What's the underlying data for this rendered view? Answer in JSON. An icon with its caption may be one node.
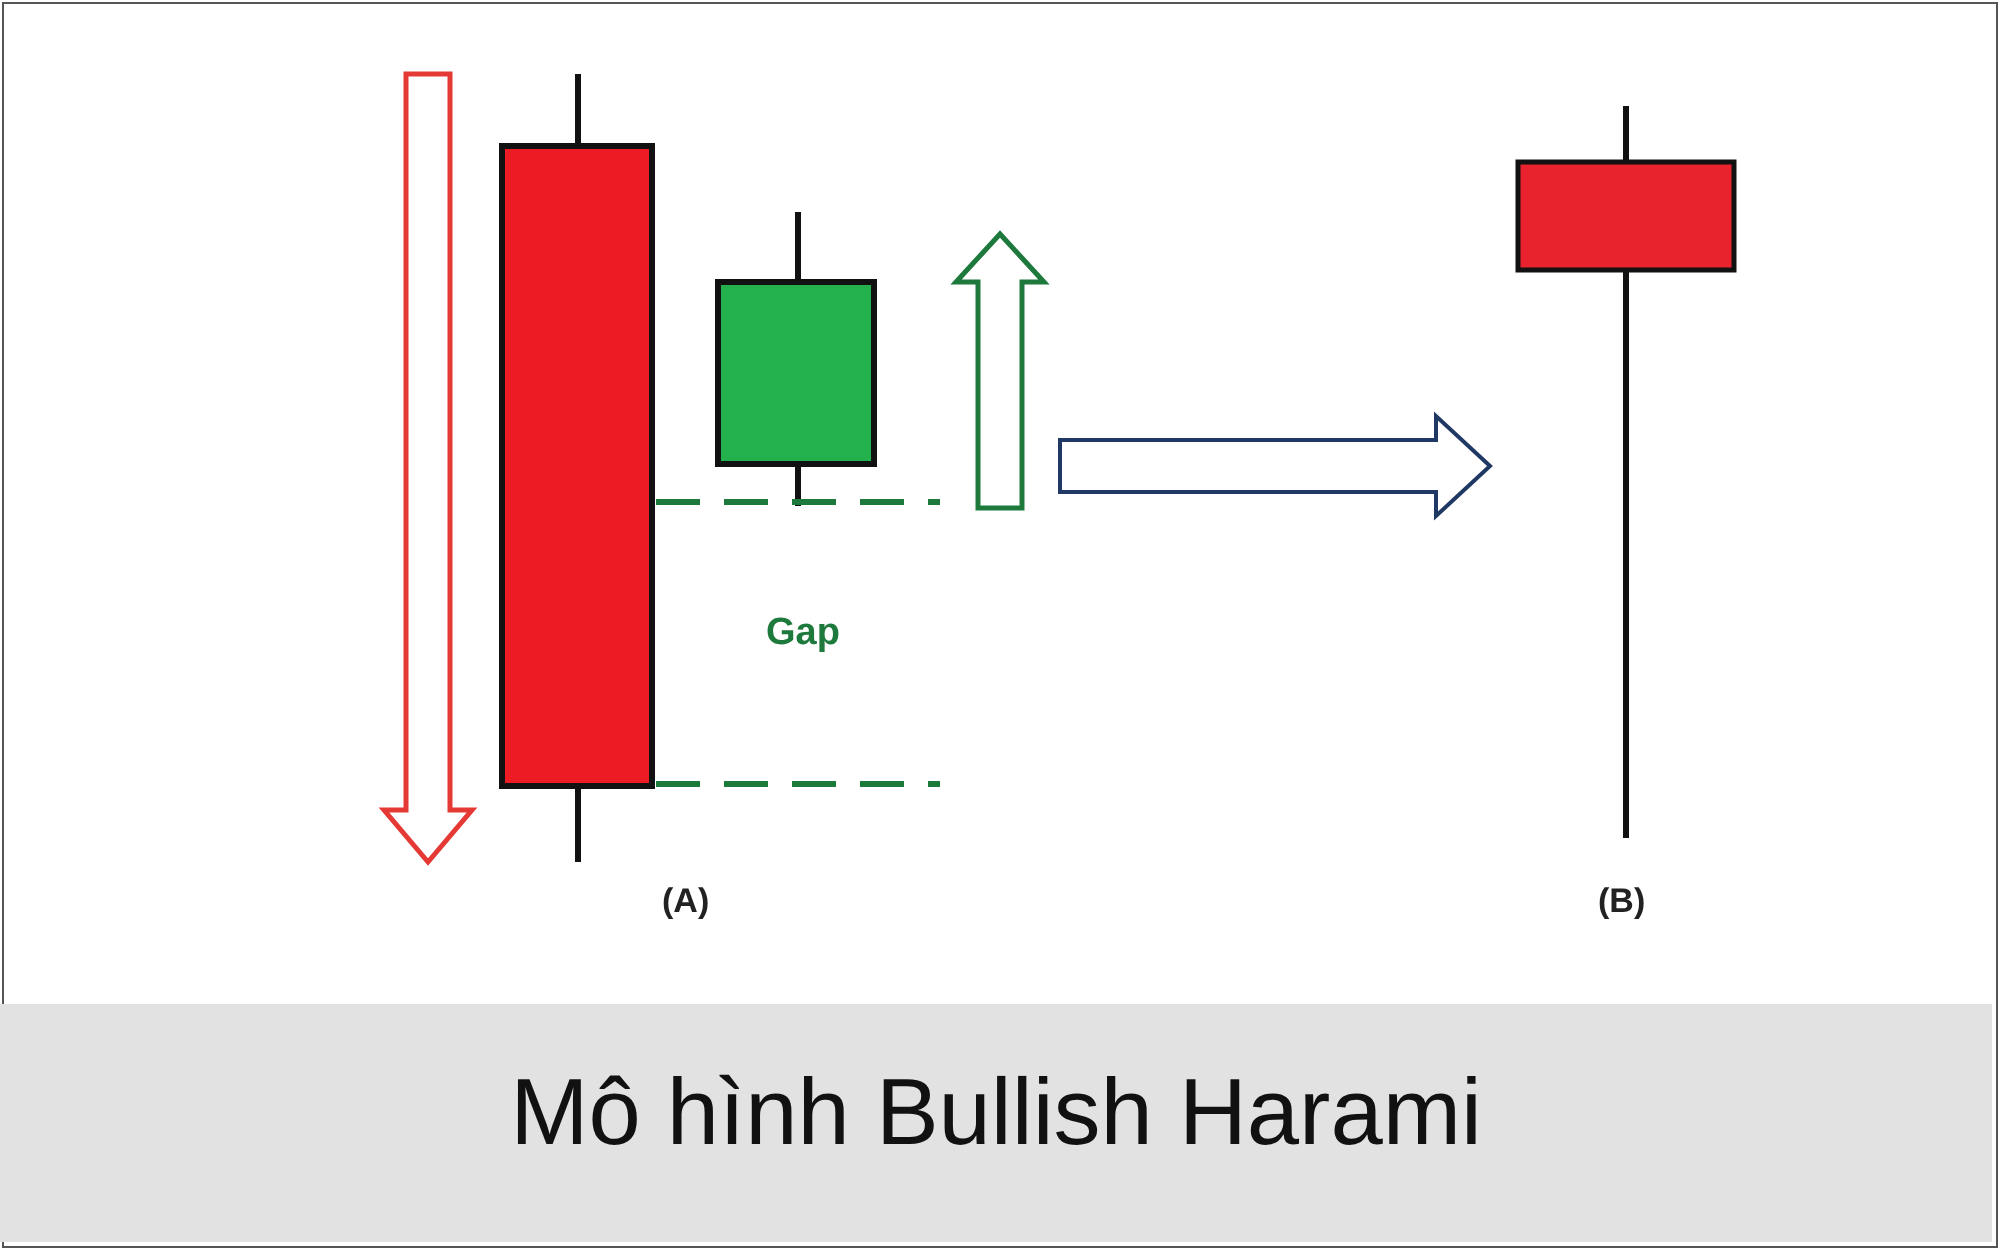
{
  "diagram": {
    "caption": "Mô hình Bullish Harami",
    "nodes": [
      {
        "text": [],
        "shape": "picture",
        "beside": [
          "(A)"
        ]
      },
      {
        "text": [],
        "shape": "picture",
        "beside": [
          "(B)"
        ]
      }
    ],
    "edges": [
      {
        "from": 0,
        "to": 1,
        "arrow": "to"
      }
    ],
    "labels": [
      "Gap"
    ]
  }
}
